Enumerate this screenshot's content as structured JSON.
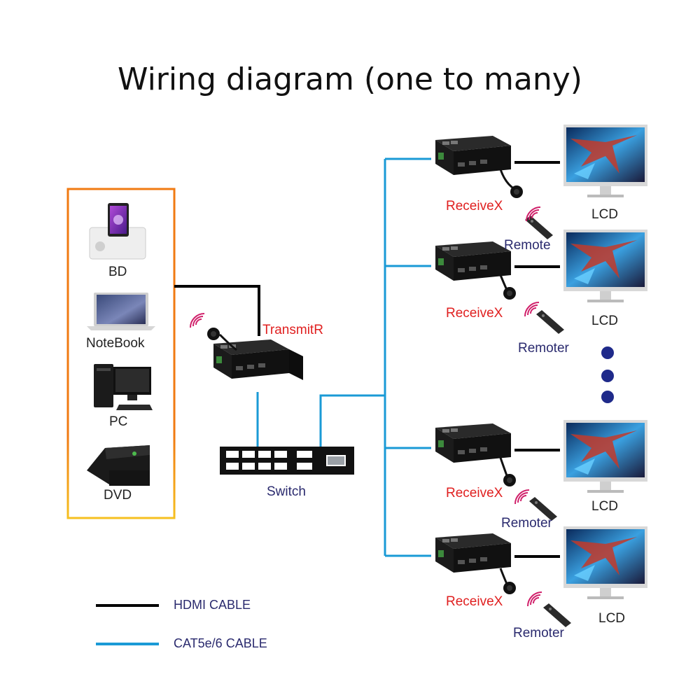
{
  "title": "Wiring diagram (one to many)",
  "sources": {
    "bd": "BD",
    "notebook": "NoteBook",
    "pc": "PC",
    "dvd": "DVD"
  },
  "transmitter": "TransmitR",
  "switch": "Switch",
  "receivers": [
    {
      "receiver": "ReceiveX",
      "remote": "Remote",
      "display": "LCD"
    },
    {
      "receiver": "ReceiveX",
      "remote": "Remoter",
      "display": "LCD"
    },
    {
      "receiver": "ReceiveX",
      "remote": "Remoter",
      "display": "LCD"
    },
    {
      "receiver": "ReceiveX",
      "remote": "Remoter",
      "display": "LCD"
    }
  ],
  "legend": {
    "hdmi": "HDMI CABLE",
    "cat": "CAT5e/6 CABLE"
  },
  "colors": {
    "hdmi_cable": "#000000",
    "cat_cable": "#1a9ad6",
    "source_frame": "#f07a12",
    "ellipsis_dots": "#1f2a8a"
  }
}
